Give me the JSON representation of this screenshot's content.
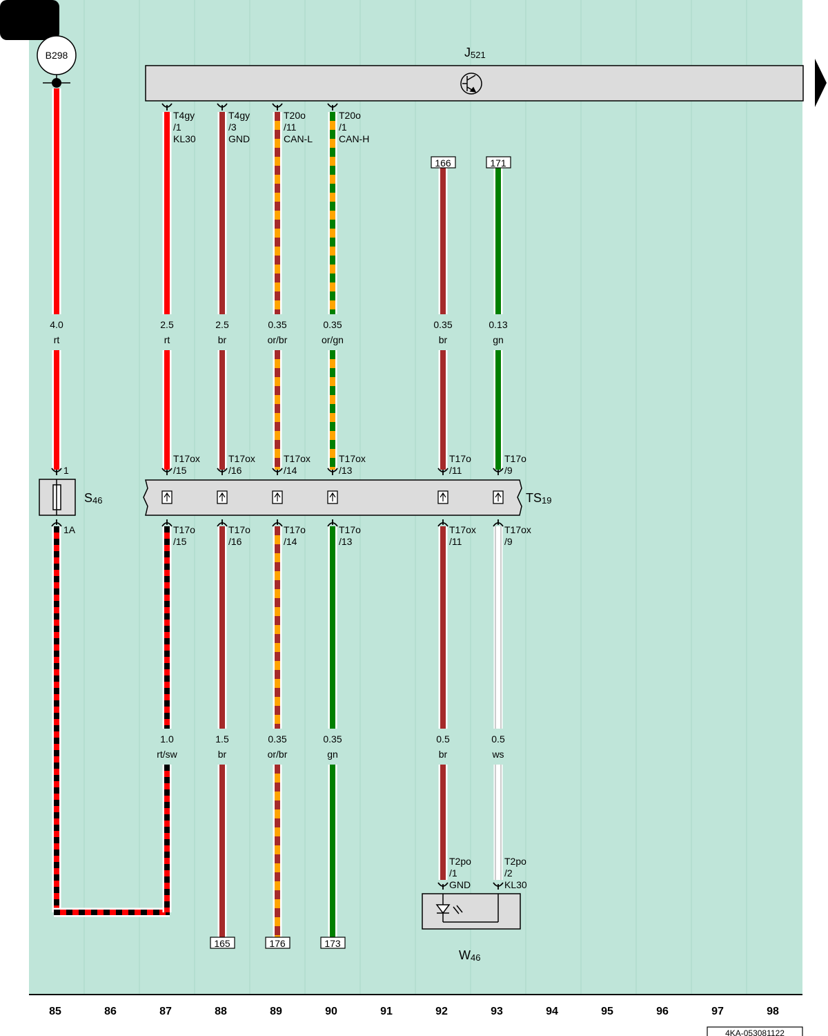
{
  "corner_tab": "",
  "components": {
    "b298": {
      "label": "B298"
    },
    "j521": {
      "main": "J",
      "sub": "521"
    },
    "s46": {
      "main": "S",
      "sub": "46",
      "pin_top": "1",
      "pin_bottom": "1A"
    },
    "ts19": {
      "main": "TS",
      "sub": "19"
    },
    "w46": {
      "main": "W",
      "sub": "46"
    }
  },
  "wires": [
    {
      "id": "w85",
      "upper": {
        "size": "4.0",
        "color": "rt"
      }
    },
    {
      "id": "w87",
      "top_pin": [
        "T4gy",
        "/1",
        "KL30"
      ],
      "upper": {
        "size": "2.5",
        "color": "rt"
      },
      "ts_top": [
        "T17ox",
        "/15"
      ],
      "ts_bottom": [
        "T17o",
        "/15"
      ],
      "lower": {
        "size": "1.0",
        "color": "rt/sw"
      }
    },
    {
      "id": "w88",
      "top_pin": [
        "T4gy",
        "/3",
        "GND"
      ],
      "upper": {
        "size": "2.5",
        "color": "br"
      },
      "ts_top": [
        "T17ox",
        "/16"
      ],
      "ts_bottom": [
        "T17o",
        "/16"
      ],
      "lower": {
        "size": "1.5",
        "color": "br"
      },
      "ref_bottom": "165"
    },
    {
      "id": "w89",
      "top_pin": [
        "T20o",
        "/11",
        "CAN-L"
      ],
      "upper": {
        "size": "0.35",
        "color": "or/br"
      },
      "ts_top": [
        "T17ox",
        "/14"
      ],
      "ts_bottom": [
        "T17o",
        "/14"
      ],
      "lower": {
        "size": "0.35",
        "color": "or/br"
      },
      "ref_bottom": "176"
    },
    {
      "id": "w90",
      "top_pin": [
        "T20o",
        "/1",
        "CAN-H"
      ],
      "upper": {
        "size": "0.35",
        "color": "or/gn"
      },
      "ts_top": [
        "T17ox",
        "/13"
      ],
      "ts_bottom": [
        "T17o",
        "/13"
      ],
      "lower": {
        "size": "0.35",
        "color": "gn"
      },
      "ref_bottom": "173"
    },
    {
      "id": "w92",
      "ref_top": "166",
      "upper": {
        "size": "0.35",
        "color": "br"
      },
      "ts_top": [
        "T17o",
        "/11"
      ],
      "ts_bottom": [
        "T17ox",
        "/11"
      ],
      "lower": {
        "size": "0.5",
        "color": "br"
      },
      "w46_pin": [
        "T2po",
        "/1",
        "GND"
      ]
    },
    {
      "id": "w93",
      "ref_top": "171",
      "upper": {
        "size": "0.13",
        "color": "gn"
      },
      "ts_top": [
        "T17o",
        "/9"
      ],
      "ts_bottom": [
        "T17ox",
        "/9"
      ],
      "lower": {
        "size": "0.5",
        "color": "ws"
      },
      "w46_pin": [
        "T2po",
        "/2",
        "KL30"
      ]
    }
  ],
  "columns": [
    "85",
    "86",
    "87",
    "88",
    "89",
    "90",
    "91",
    "92",
    "93",
    "94",
    "95",
    "96",
    "97",
    "98"
  ],
  "doc_id": "4KA-053081122",
  "colors": {
    "background": "#bfe5d9",
    "rt": "#ff0000",
    "br": "#a52a2a",
    "or": "#ffa500",
    "gn": "#008000",
    "sw": "#000000",
    "ws": "#ffffff",
    "component_fill": "#dcdcdc"
  }
}
